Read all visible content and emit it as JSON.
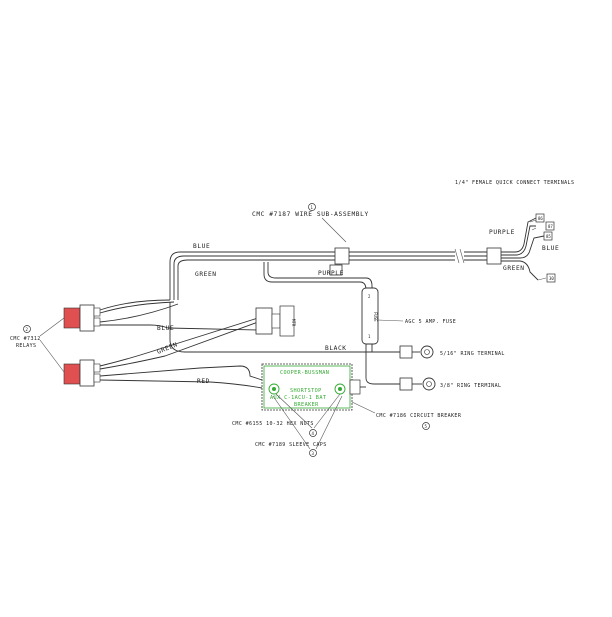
{
  "labels": {
    "qc_terminals": "1/4\" FEMALE QUICK CONNECT TERMINALS",
    "wire_sub": "CMC #7187 WIRE SUB-ASSEMBLY",
    "relays_line1": "CMC #7312",
    "relays_line2": "RELAYS",
    "agc_fuse": "AGC 5 AMP. FUSE",
    "ring_516": "5/16\" RING TERMINAL",
    "ring_38": "3/8\" RING TERMINAL",
    "circuit_breaker": "CMC #7186 CIRCUIT BREAKER",
    "hex_nuts": "CMC #6155 10-32 HEX NUTS",
    "sleeve_caps": "CMC #7189 SLEEVE CAPS"
  },
  "wires": {
    "blue_top": "BLUE",
    "green_upper": "GREEN",
    "purple_mid": "PURPLE",
    "purple_right": "PURPLE",
    "blue_right": "BLUE",
    "green_right": "GREEN",
    "blue_lower": "BLUE",
    "green_lower": "GREEN",
    "black": "BLACK",
    "red": "RED"
  },
  "callouts": {
    "c1": "1",
    "c2": "2",
    "c3": "3",
    "c4": "4",
    "c5": "5"
  },
  "fuse": {
    "label": "FUSE",
    "pin_top": "2",
    "pin_bottom": "1"
  },
  "motor_label": "MTR",
  "breaker": {
    "brand": "COOPER-BUSSMAN",
    "line1": "SHORTSTOP",
    "line2": "AUX  C-1ACU-1  BAT",
    "line3": "BREAKER"
  },
  "connector_pins": [
    "86",
    "87",
    "85",
    "30"
  ],
  "colors": {
    "line": "#333333",
    "relay": "#e05050",
    "breaker": "#33aa33"
  }
}
